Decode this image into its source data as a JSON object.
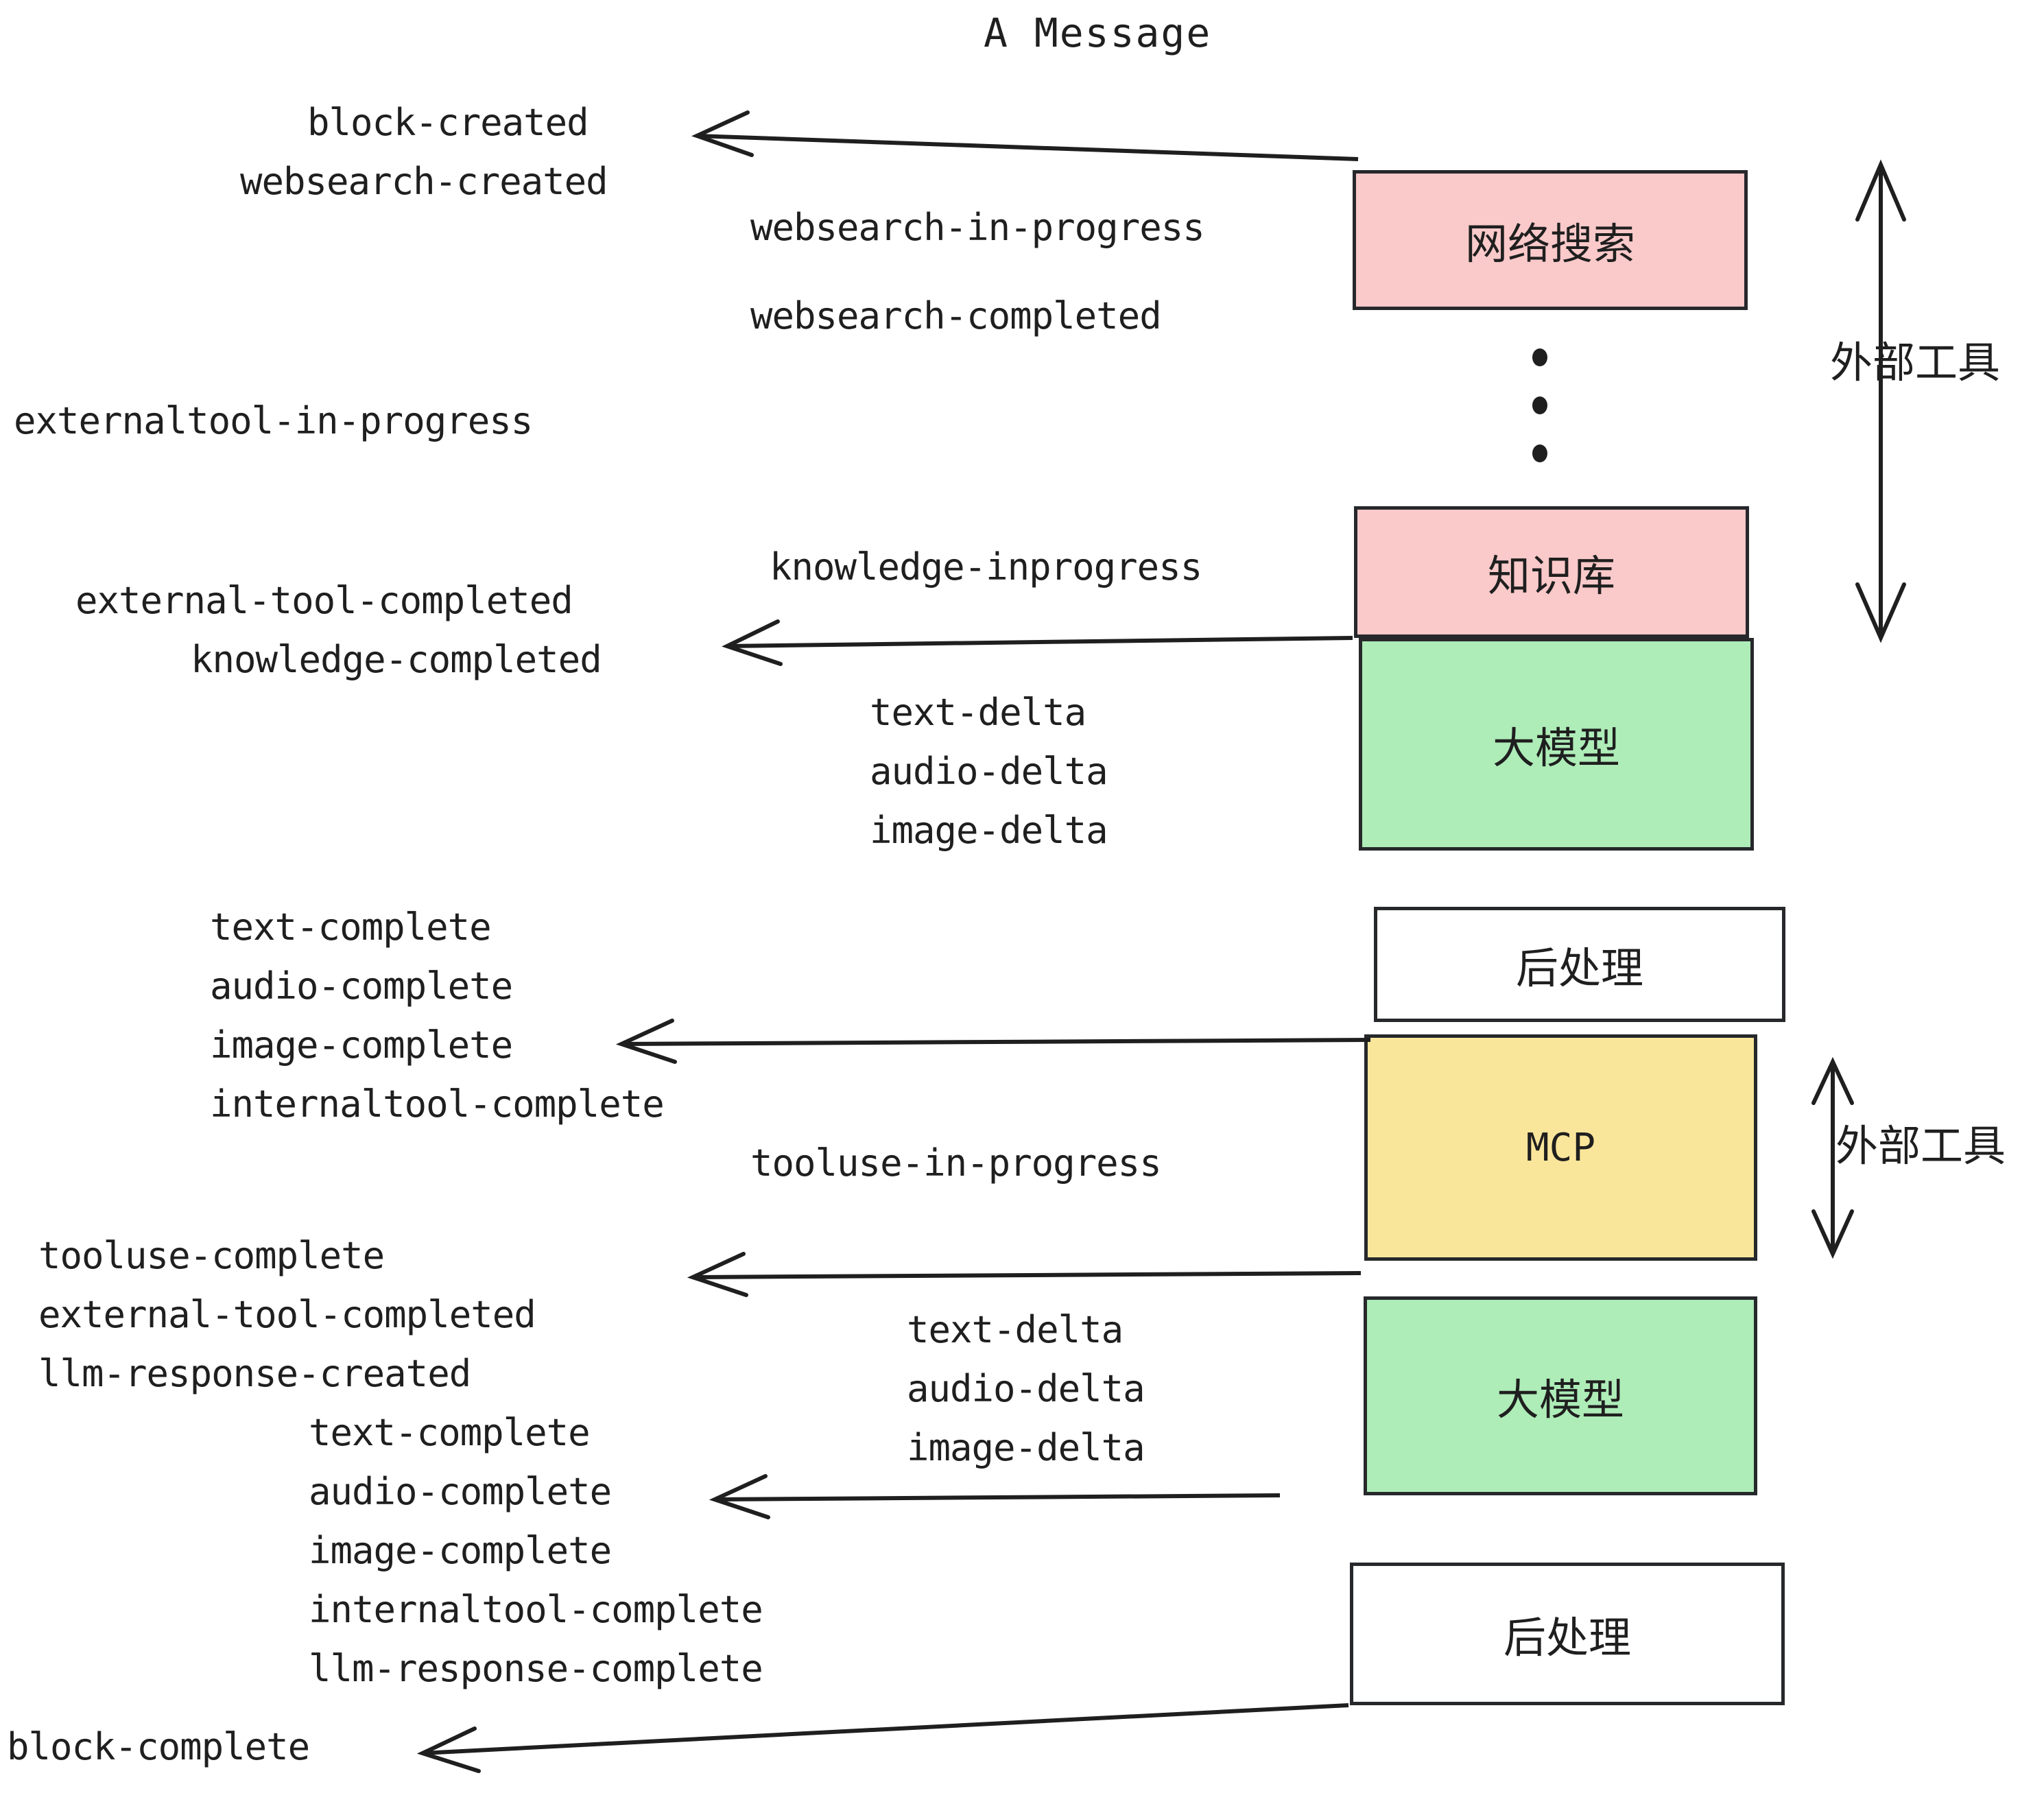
{
  "title": "A Message",
  "events": {
    "block_created": "block-created",
    "websearch_created": "websearch-created",
    "websearch_in_progress": "websearch-in-progress",
    "websearch_completed": "websearch-completed",
    "externaltool_in_progress": "externaltool-in-progress",
    "knowledge_inprogress": "knowledge-inprogress",
    "external_tool_completed_1": "external-tool-completed",
    "knowledge_completed": "knowledge-completed",
    "text_delta_1": "text-delta",
    "audio_delta_1": "audio-delta",
    "image_delta_1": "image-delta",
    "text_complete_1": "text-complete",
    "audio_complete_1": "audio-complete",
    "image_complete_1": "image-complete",
    "internaltool_complete_1": "internaltool-complete",
    "tooluse_in_progress": "tooluse-in-progress",
    "tooluse_complete": "tooluse-complete",
    "external_tool_completed_2": "external-tool-completed",
    "llm_response_created": "llm-response-created",
    "text_delta_2": "text-delta",
    "audio_delta_2": "audio-delta",
    "image_delta_2": "image-delta",
    "text_complete_2": "text-complete",
    "audio_complete_2": "audio-complete",
    "image_complete_2": "image-complete",
    "internaltool_complete_2": "internaltool-complete",
    "llm_response_complete": "llm-response-complete",
    "block_complete": "block-complete"
  },
  "nodes": {
    "websearch": "网络搜索",
    "knowledge": "知识库",
    "llm_1": "大模型",
    "postprocess_1": "后处理",
    "mcp": "MCP",
    "llm_2": "大模型",
    "postprocess_2": "后处理"
  },
  "side_labels": {
    "external_tool_top": "外部工具",
    "external_tool_bottom": "外部工具"
  },
  "colors": {
    "pink": "#fac9ca",
    "green": "#aeecb8",
    "yellow": "#fae69b",
    "white": "#ffffff",
    "stroke": "#26282b",
    "text": "#1f1f1f",
    "background": "#ffffff"
  },
  "ellipsis_dots": 3
}
